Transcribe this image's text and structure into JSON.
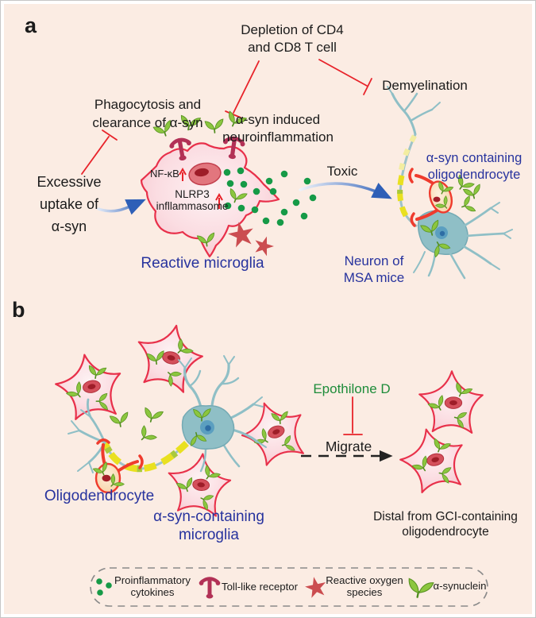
{
  "figure_type": "scientific-diagram",
  "colors": {
    "background": "#fbece3",
    "label_blue": "#27339e",
    "label_green": "#1e8c3a",
    "inhibit_red": "#e8232a",
    "arrow_blue": "#2e5fb7",
    "microglia_stroke": "#e8304a",
    "cytokine_green": "#169a47",
    "asyn_green": "#8cc63f",
    "ros_red": "#cb4d50",
    "neuron_teal": "#8fbfc6",
    "myelin_yellow": "#e9e020",
    "tlr_maroon": "#b23156"
  },
  "panel_a": {
    "label": "a",
    "depletion_lines": [
      "Depletion of CD4",
      "and CD8 T cell"
    ],
    "demyelination": "Demyelination",
    "phagocytosis_lines": [
      "Phagocytosis and",
      "clearance of α-syn"
    ],
    "neuroinflammation_lines": [
      "α-syn induced",
      "neuroinflammation"
    ],
    "excessive_lines": [
      "Excessive",
      "uptake of",
      "α-syn"
    ],
    "nfkb": "NF-κB",
    "nlrp3_lines": [
      "NLRP3",
      "infllammasome"
    ],
    "reactive_microglia": "Reactive microglia",
    "toxic": "Toxic",
    "asyn_oligo_lines": [
      "α-syn containing",
      "oligodendrocyte"
    ],
    "neuron_msa_lines": [
      "Neuron of",
      "MSA mice"
    ]
  },
  "panel_b": {
    "label": "b",
    "oligodendrocyte": "Oligodendrocyte",
    "asyn_microglia_lines": [
      "α-syn-containing",
      "microglia"
    ],
    "epothilone": "Epothilone D",
    "migrate": "Migrate",
    "distal_lines": [
      "Distal from GCI-containing",
      "oligodendrocyte"
    ]
  },
  "legend": {
    "items": [
      {
        "icon": "proinflammatory-cytokines-icon",
        "label_lines": [
          "Proinflammatory",
          "cytokines"
        ]
      },
      {
        "icon": "toll-like-receptor-icon",
        "label_lines": [
          "Toll-like receptor"
        ]
      },
      {
        "icon": "reactive-oxygen-species-icon",
        "label_lines": [
          "Reactive oxygen",
          "species"
        ]
      },
      {
        "icon": "alpha-synuclein-icon",
        "label_lines": [
          "α-synuclein"
        ]
      }
    ]
  }
}
